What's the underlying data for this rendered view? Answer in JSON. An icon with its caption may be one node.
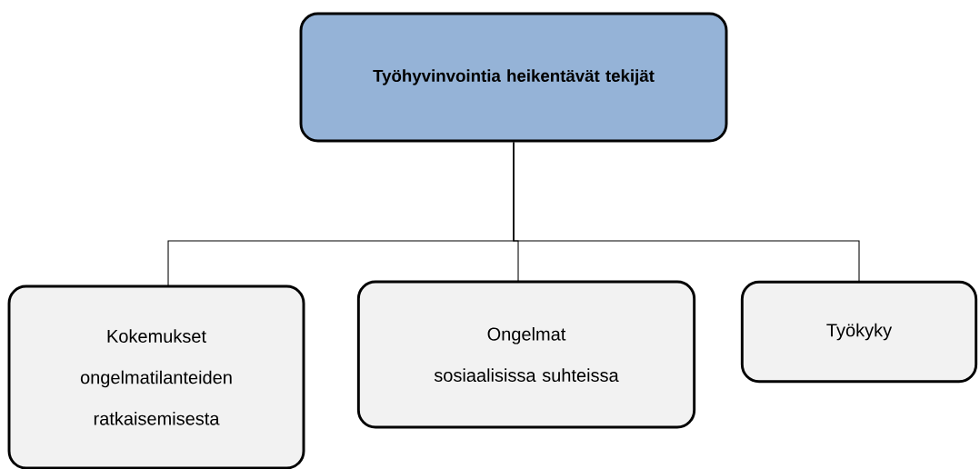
{
  "diagram": {
    "nodes": [
      {
        "text": [
          "Työhyvinvointia heikentävät tekijät"
        ]
      },
      {
        "text": [
          "Kokemukset ongelmatilanteiden ratkaisemisesta"
        ]
      },
      {
        "text": [
          "Ongelmat sosiaalisissa suhteissa"
        ]
      },
      {
        "text": [
          "Työkyky"
        ]
      }
    ],
    "edges": [
      {
        "from": 0,
        "to": 1,
        "arrow": "none"
      },
      {
        "from": 0,
        "to": 2,
        "arrow": "none"
      },
      {
        "from": 0,
        "to": 3,
        "arrow": "none"
      }
    ]
  }
}
